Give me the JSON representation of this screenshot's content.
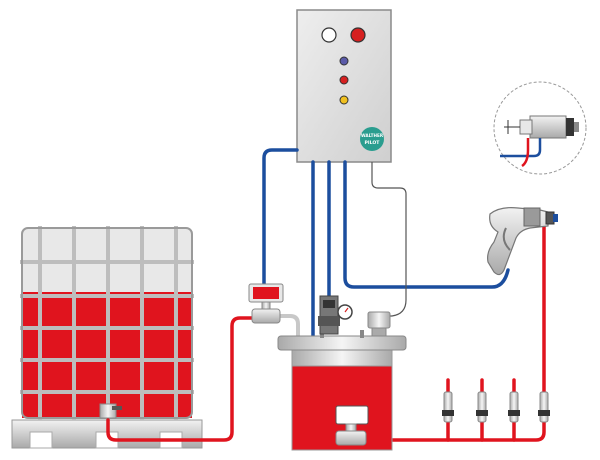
{
  "logo": {
    "top_text": "WALTHER",
    "bottom_text": "PILOT",
    "color": "#2a9d8f"
  },
  "control_panel": {
    "lamps": [
      {
        "name": "white-lamp",
        "color": "#ffffff"
      },
      {
        "name": "red-lamp",
        "color": "#d62020"
      },
      {
        "name": "blue-lamp",
        "color": "#5a5aa8"
      },
      {
        "name": "red-small-lamp",
        "color": "#d62020"
      },
      {
        "name": "yellow-lamp",
        "color": "#f0c020"
      }
    ]
  },
  "colors": {
    "paint_line": "#e0141e",
    "air_line": "#1c4e9e",
    "signal_line": "#555555",
    "tank_fill": "#e0141e",
    "panel_fill": "#dcdcdc",
    "steel": "#bfbfbf"
  }
}
